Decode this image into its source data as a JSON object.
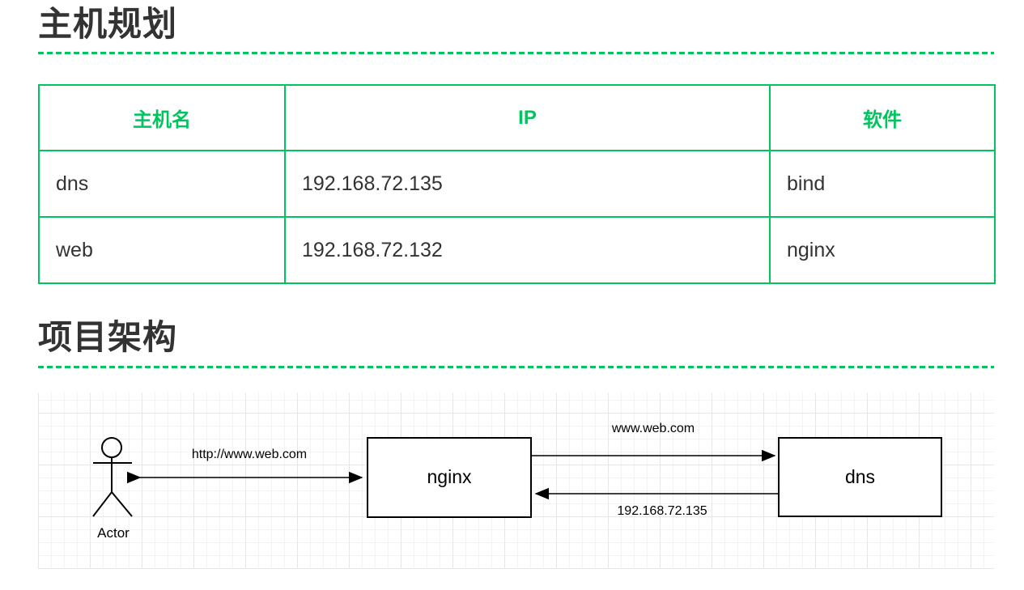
{
  "colors": {
    "accent_green": "#00c45e",
    "heading_text": "#333333",
    "diagram_line": "#000000"
  },
  "section_hosts": {
    "title": "主机规划"
  },
  "host_table": {
    "headers": [
      "主机名",
      "IP",
      "软件"
    ],
    "rows": [
      {
        "hostname": "dns",
        "ip": "192.168.72.135",
        "software": "bind"
      },
      {
        "hostname": "web",
        "ip": "192.168.72.132",
        "software": "nginx"
      }
    ]
  },
  "section_architecture": {
    "title": "项目架构"
  },
  "diagram": {
    "actor_label": "Actor",
    "nginx_node_label": "nginx",
    "dns_node_label": "dns",
    "edge_actor_nginx_label": "http://www.web.com",
    "edge_nginx_dns_label": "www.web.com",
    "edge_dns_nginx_label": "192.168.72.135"
  }
}
